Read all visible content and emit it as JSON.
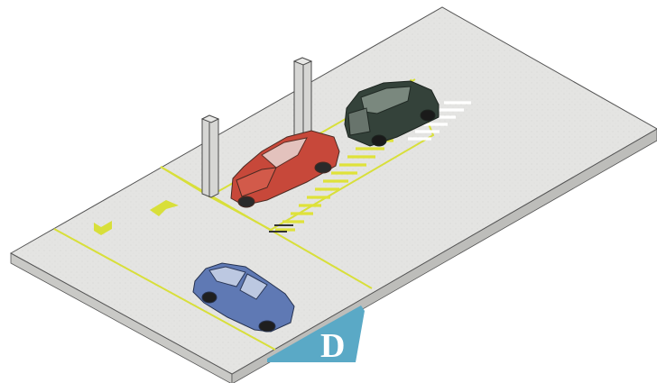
{
  "diagram": {
    "zone_label": "D",
    "colors": {
      "background": "#ffffff",
      "slab_top": "#e3e3e1",
      "slab_side": "#c9c9c6",
      "outline": "#4a4a4a",
      "line_yellow": "#d8df3a",
      "hatch_yellow": "#dfe23a",
      "hatch_white": "#ffffff",
      "label_bg": "#5aa9c6",
      "column": "#d6d6d4",
      "car_red": "#c7483a",
      "car_dark_green": "#34423a",
      "car_blue": "#5f79b4"
    },
    "icons": [
      "chevron-down-icon",
      "chevron-up-icon"
    ],
    "objects": [
      "column-left",
      "column-right",
      "car-red-coupe",
      "car-dark-van",
      "car-blue-hatchback"
    ]
  }
}
